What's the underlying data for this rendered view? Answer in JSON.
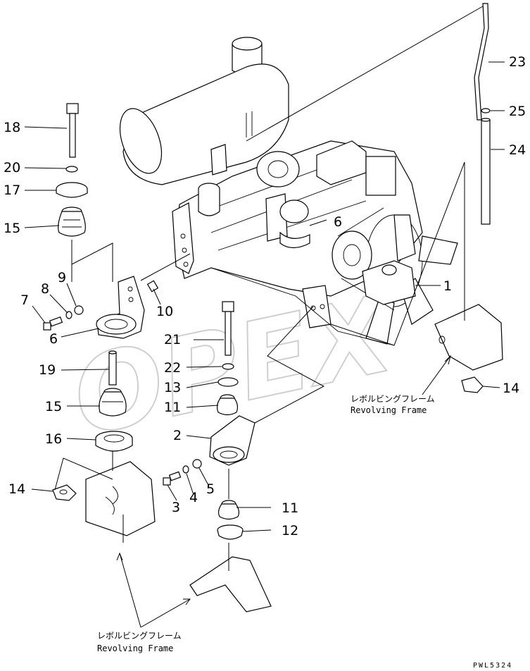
{
  "watermark": "OPEX",
  "drawing_code": "PWL5324",
  "frame_label": {
    "jp": "レボルビングフレーム",
    "en": "Revolving Frame"
  },
  "callouts": {
    "n1": "1",
    "n2": "2",
    "n3": "3",
    "n4": "4",
    "n5": "5",
    "n6a": "6",
    "n6b": "6",
    "n7": "7",
    "n8": "8",
    "n9": "9",
    "n10": "10",
    "n11a": "11",
    "n11b": "11",
    "n12": "12",
    "n13": "13",
    "n14a": "14",
    "n14b": "14",
    "n15a": "15",
    "n15b": "15",
    "n16": "16",
    "n17": "17",
    "n18": "18",
    "n19": "19",
    "n20": "20",
    "n21": "21",
    "n22": "22",
    "n23": "23",
    "n24": "24",
    "n25": "25"
  }
}
